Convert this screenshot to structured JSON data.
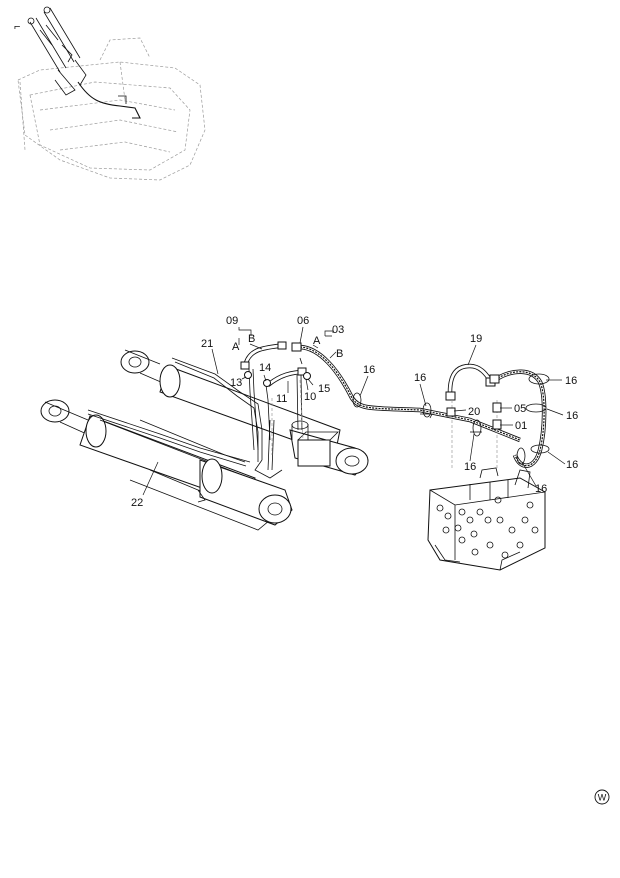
{
  "callouts": {
    "c09": "09",
    "c06": "06",
    "c03": "03",
    "c19": "19",
    "c21": "21",
    "c13": "13",
    "c14": "14",
    "c11": "11",
    "c10": "10",
    "c15": "15",
    "c16a": "16",
    "c16b": "16",
    "c16c": "16",
    "c16d": "16",
    "c16e": "16",
    "c16f": "16",
    "c16g": "16",
    "c20": "20",
    "c05": "05",
    "c01": "01",
    "c22": "22",
    "portA1": "A",
    "portB1": "B",
    "portA2": "A",
    "portB2": "B"
  },
  "watermark": "W"
}
